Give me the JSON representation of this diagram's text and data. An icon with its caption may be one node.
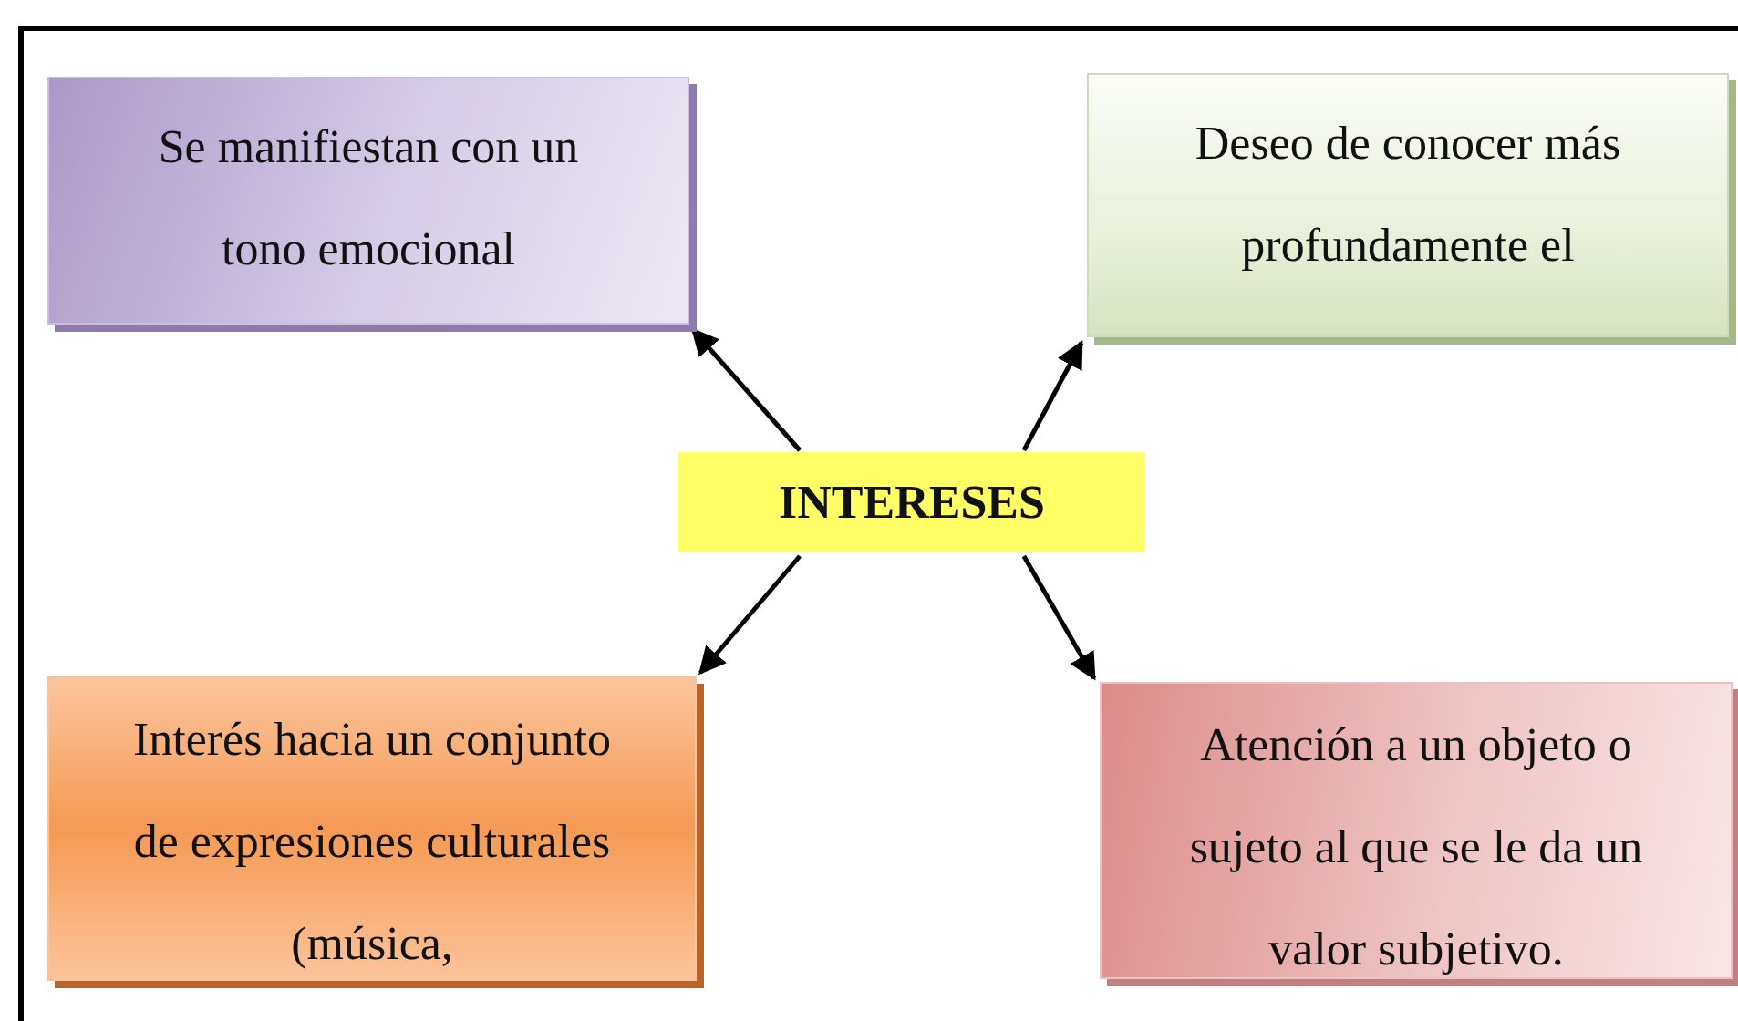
{
  "diagram": {
    "nodes": [
      {
        "text": [
          "Se manifiestan con un tono emocional"
        ]
      },
      {
        "text": [
          "Deseo de conocer más profundamente el"
        ]
      },
      {
        "text": [
          "INTERESES"
        ]
      },
      {
        "text": [
          "Interés hacia un conjunto de expresiones culturales (música,"
        ]
      },
      {
        "text": [
          "Atención a un objeto o sujeto al que se le da un valor subjetivo."
        ]
      }
    ],
    "edges": [
      {
        "from": 2,
        "to": 0,
        "arrow": "to"
      },
      {
        "from": 2,
        "to": 1,
        "arrow": "to"
      },
      {
        "from": 2,
        "to": 3,
        "arrow": "to"
      },
      {
        "from": 2,
        "to": 4,
        "arrow": "to"
      }
    ]
  }
}
